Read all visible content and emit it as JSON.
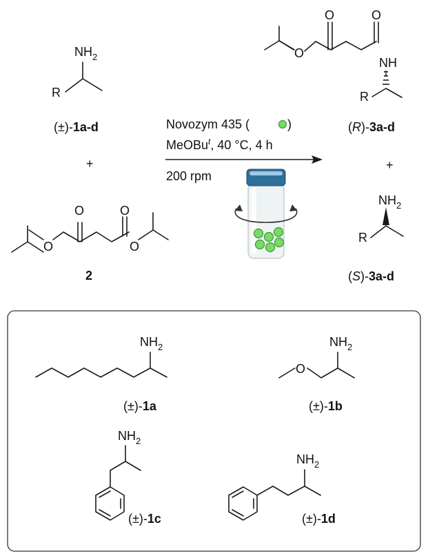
{
  "reaction": {
    "substrate_amine": {
      "formula_nh": "NH",
      "formula_sub": "2",
      "r_group": "R",
      "label_prefix": "(±)-",
      "label_bold": "1a-d"
    },
    "plus_left": "+",
    "substrate_diester": {
      "oxygen": "O",
      "label_bold": "2"
    },
    "conditions": {
      "catalyst": "Novozym 435 (",
      "catalyst_close": ")",
      "solvent": "MeOBu",
      "solvent_sup": "t",
      "temperature_time": ", 40 °C, 4 h",
      "agitation": "200 rpm"
    },
    "product_amide": {
      "oxygen": "O",
      "nh": "NH",
      "r_group": "R",
      "label_open": "(",
      "label_config": "R",
      "label_close": ")-",
      "label_bold": "3a-d"
    },
    "plus_right": "+",
    "product_amine": {
      "formula_nh": "NH",
      "formula_sub": "2",
      "r_group": "R",
      "label_open": "(",
      "label_config": "S",
      "label_close": ")-",
      "label_bold": "3a-d"
    }
  },
  "substrates_box": {
    "nh": "NH",
    "sub": "2",
    "oxygen": "O",
    "prefix": "(±)-",
    "items": [
      "1a",
      "1b",
      "1c",
      "1d"
    ]
  },
  "colors": {
    "bead_fill": "#7bd96a",
    "bead_edge": "#3c9a33",
    "vial_cap": "#2f6f9a",
    "vial_glass": "#eef3f4"
  }
}
